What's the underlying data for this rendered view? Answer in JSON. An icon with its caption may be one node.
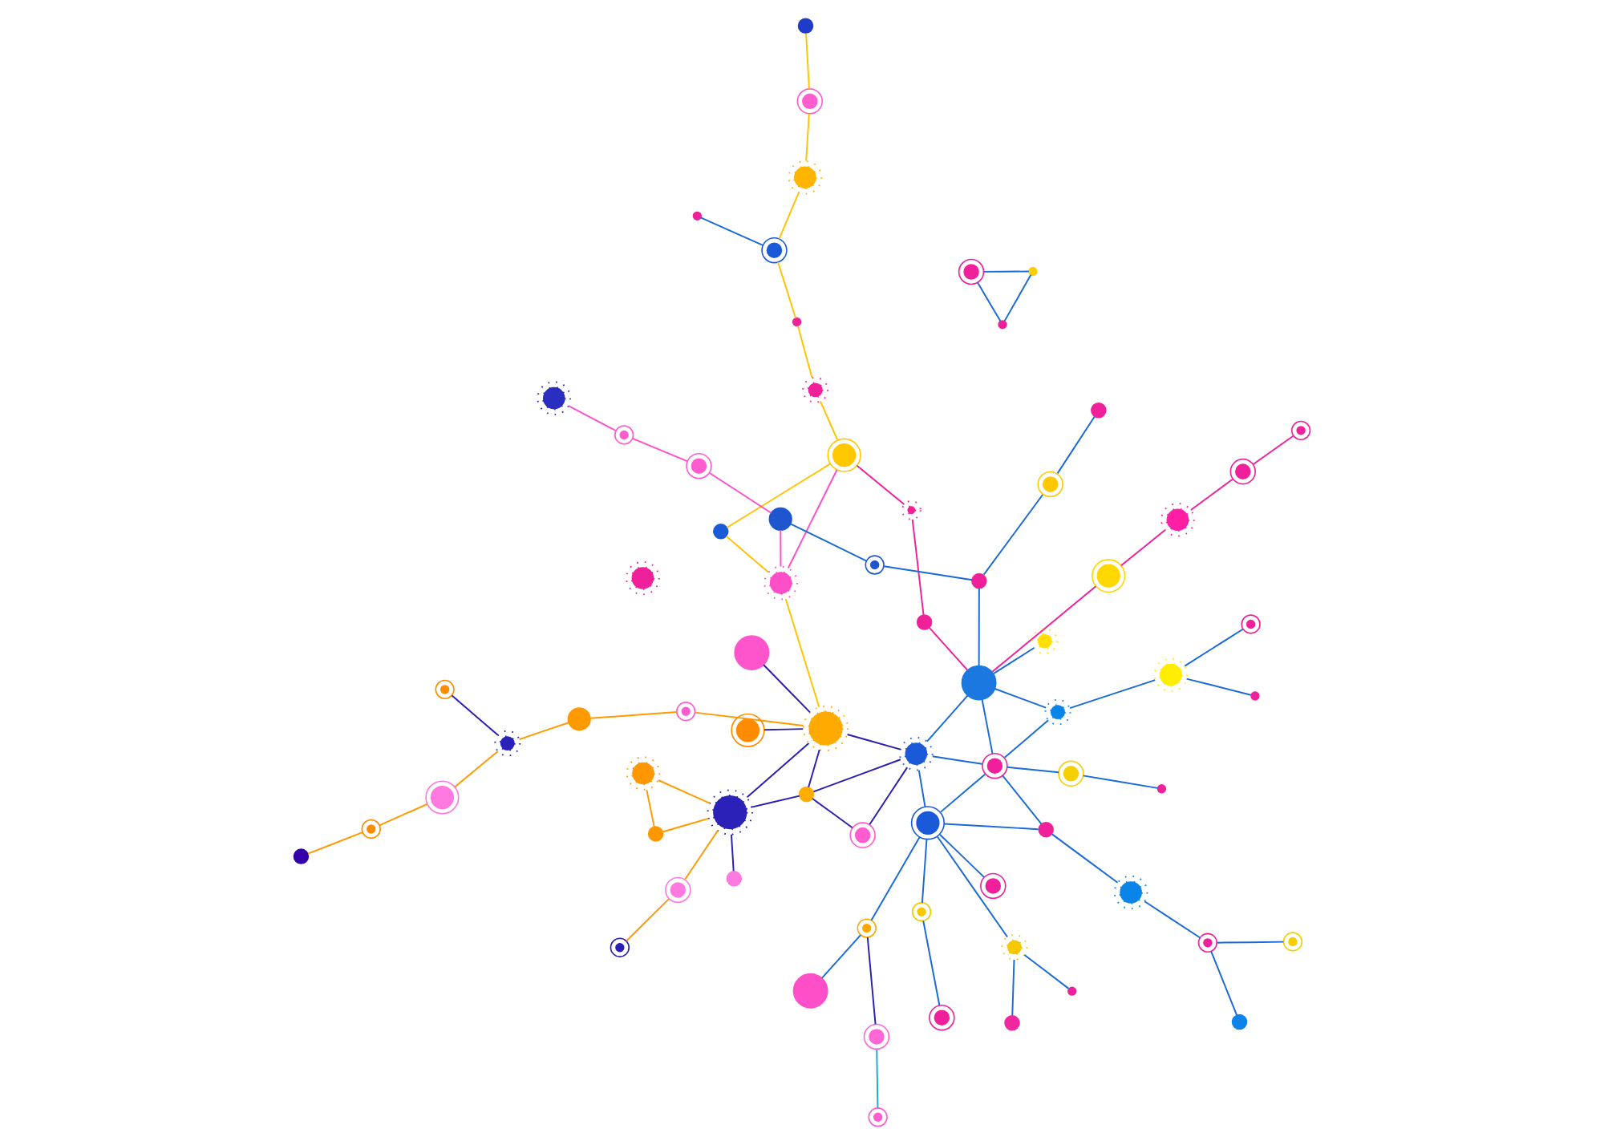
{
  "diagram": {
    "nodes": [
      {
        "text": [],
        "shape": "circle"
      },
      {
        "text": [],
        "shape": "circle"
      },
      {
        "text": [],
        "shape": "circle"
      },
      {
        "text": [],
        "shape": "circle"
      },
      {
        "text": [],
        "shape": "circle"
      },
      {
        "text": [],
        "shape": "circle"
      },
      {
        "text": [],
        "shape": "circle"
      },
      {
        "text": [],
        "shape": "circle"
      },
      {
        "text": [],
        "shape": "circle"
      },
      {
        "text": [],
        "shape": "circle"
      },
      {
        "text": [],
        "shape": "circle"
      },
      {
        "text": [],
        "shape": "circle"
      },
      {
        "text": [],
        "shape": "circle"
      },
      {
        "text": [],
        "shape": "circle"
      },
      {
        "text": [],
        "shape": "circle"
      },
      {
        "text": [],
        "shape": "circle"
      },
      {
        "text": [],
        "shape": "circle"
      },
      {
        "text": [],
        "shape": "circle"
      },
      {
        "text": [],
        "shape": "circle"
      },
      {
        "text": [],
        "shape": "circle"
      },
      {
        "text": [],
        "shape": "circle"
      },
      {
        "text": [],
        "shape": "circle"
      },
      {
        "text": [],
        "shape": "circle"
      },
      {
        "text": [],
        "shape": "circle"
      },
      {
        "text": [],
        "shape": "circle"
      },
      {
        "text": [],
        "shape": "circle"
      },
      {
        "text": [],
        "shape": "circle"
      },
      {
        "text": [],
        "shape": "circle"
      },
      {
        "text": [],
        "shape": "circle"
      },
      {
        "text": [],
        "shape": "circle"
      },
      {
        "text": [],
        "shape": "circle"
      },
      {
        "text": [],
        "shape": "circle"
      },
      {
        "text": [],
        "shape": "circle"
      },
      {
        "text": [],
        "shape": "circle"
      },
      {
        "text": [],
        "shape": "circle"
      },
      {
        "text": [],
        "shape": "circle"
      },
      {
        "text": [],
        "shape": "circle"
      },
      {
        "text": [],
        "shape": "circle"
      },
      {
        "text": [],
        "shape": "circle"
      },
      {
        "text": [],
        "shape": "circle"
      },
      {
        "text": [],
        "shape": "circle"
      },
      {
        "text": [],
        "shape": "circle"
      },
      {
        "text": [],
        "shape": "circle"
      },
      {
        "text": [],
        "shape": "circle"
      },
      {
        "text": [],
        "shape": "circle"
      },
      {
        "text": [],
        "shape": "circle"
      },
      {
        "text": [],
        "shape": "circle"
      },
      {
        "text": [],
        "shape": "circle"
      },
      {
        "text": [],
        "shape": "circle"
      },
      {
        "text": [],
        "shape": "circle"
      },
      {
        "text": [],
        "shape": "circle"
      },
      {
        "text": [],
        "shape": "circle"
      },
      {
        "text": [],
        "shape": "circle"
      },
      {
        "text": [],
        "shape": "circle"
      },
      {
        "text": [],
        "shape": "circle"
      },
      {
        "text": [],
        "shape": "circle"
      },
      {
        "text": [],
        "shape": "circle"
      },
      {
        "text": [],
        "shape": "circle"
      },
      {
        "text": [],
        "shape": "circle"
      },
      {
        "text": [],
        "shape": "circle"
      },
      {
        "text": [],
        "shape": "circle"
      },
      {
        "text": [],
        "shape": "circle"
      },
      {
        "text": [],
        "shape": "circle"
      },
      {
        "text": [],
        "shape": "circle"
      },
      {
        "text": [],
        "shape": "circle"
      },
      {
        "text": [],
        "shape": "circle"
      },
      {
        "text": [],
        "shape": "circle"
      },
      {
        "text": [],
        "shape": "circle"
      },
      {
        "text": [],
        "shape": "circle"
      },
      {
        "text": [],
        "shape": "circle"
      },
      {
        "text": [],
        "shape": "circle"
      },
      {
        "text": [],
        "shape": "circle"
      }
    ],
    "edges": [
      {
        "from": 2,
        "to": 12,
        "arrow": "none",
        "color": "#ff9a00"
      },
      {
        "from": 12,
        "to": 24,
        "arrow": "none",
        "color": "#ff9a00"
      },
      {
        "from": 10,
        "to": 24,
        "arrow": "none",
        "color": "#2a1fb0"
      },
      {
        "from": 11,
        "to": 24,
        "arrow": "none",
        "color": "#ff9a00"
      },
      {
        "from": 11,
        "to": 15,
        "arrow": "none",
        "color": "#ff9a00"
      },
      {
        "from": 15,
        "to": 24,
        "arrow": "none",
        "color": "#ff9a00"
      },
      {
        "from": 24,
        "to": 23,
        "arrow": "none",
        "color": "#2a1fb0"
      },
      {
        "from": 24,
        "to": 46,
        "arrow": "none",
        "color": "#2a1fb0"
      },
      {
        "from": 21,
        "to": 20,
        "arrow": "none",
        "color": "#ff9a00"
      },
      {
        "from": 20,
        "to": 29,
        "arrow": "none",
        "color": "#ff9a00"
      },
      {
        "from": 29,
        "to": 35,
        "arrow": "none",
        "color": "#ff9a00"
      },
      {
        "from": 35,
        "to": 43,
        "arrow": "none",
        "color": "#ff9a00"
      },
      {
        "from": 37,
        "to": 35,
        "arrow": "none",
        "color": "#2a1fb0"
      },
      {
        "from": 0,
        "to": 4,
        "arrow": "none",
        "color": "#1aa8e0"
      },
      {
        "from": 4,
        "to": 13,
        "arrow": "none",
        "color": "#2a1fb0"
      },
      {
        "from": 13,
        "to": 19,
        "arrow": "none"
      },
      {
        "from": 3,
        "to": 13,
        "arrow": "none"
      },
      {
        "from": 5,
        "to": 17,
        "arrow": "none",
        "color": "#ffc400"
      },
      {
        "from": 17,
        "to": 26,
        "arrow": "none",
        "color": "#ffc400"
      },
      {
        "from": 26,
        "to": 31,
        "arrow": "none",
        "color": "#ffc400"
      },
      {
        "from": 31,
        "to": 34,
        "arrow": "none"
      },
      {
        "from": 31,
        "to": 41,
        "arrow": "none",
        "color": "#ffc400"
      },
      {
        "from": 41,
        "to": 44,
        "arrow": "none",
        "color": "#ffc400"
      },
      {
        "from": 44,
        "to": 55,
        "arrow": "none",
        "color": "#ffc400"
      },
      {
        "from": 23,
        "to": 32,
        "arrow": "none",
        "color": "#2a1fb0"
      },
      {
        "from": 23,
        "to": 46,
        "arrow": "none",
        "color": "#2a1fb0"
      },
      {
        "from": 23,
        "to": 38,
        "arrow": "none",
        "color": "#2a1fb0"
      },
      {
        "from": 32,
        "to": 38,
        "arrow": "none",
        "color": "#2a1fb0"
      },
      {
        "from": 30,
        "to": 46,
        "arrow": "none",
        "color": "#2a1fb0"
      },
      {
        "from": 38,
        "to": 46,
        "arrow": "none",
        "color": "#2a1fb0"
      },
      {
        "from": 38,
        "to": 19,
        "arrow": "none"
      },
      {
        "from": 38,
        "to": 36,
        "arrow": "none"
      },
      {
        "from": 38,
        "to": 53,
        "arrow": "none"
      },
      {
        "from": 19,
        "to": 9,
        "arrow": "none"
      },
      {
        "from": 19,
        "to": 8,
        "arrow": "none"
      },
      {
        "from": 19,
        "to": 16,
        "arrow": "none"
      },
      {
        "from": 16,
        "to": 18,
        "arrow": "none"
      },
      {
        "from": 19,
        "to": 27,
        "arrow": "none"
      },
      {
        "from": 19,
        "to": 36,
        "arrow": "none"
      },
      {
        "from": 6,
        "to": 8,
        "arrow": "none"
      },
      {
        "from": 8,
        "to": 1,
        "arrow": "none"
      },
      {
        "from": 7,
        "to": 14,
        "arrow": "none"
      },
      {
        "from": 14,
        "to": 25,
        "arrow": "none"
      },
      {
        "from": 14,
        "to": 22,
        "arrow": "none"
      },
      {
        "from": 25,
        "to": 27,
        "arrow": "none"
      },
      {
        "from": 27,
        "to": 36,
        "arrow": "none"
      },
      {
        "from": 36,
        "to": 39,
        "arrow": "none"
      },
      {
        "from": 39,
        "to": 45,
        "arrow": "none"
      },
      {
        "from": 36,
        "to": 53,
        "arrow": "none"
      },
      {
        "from": 36,
        "to": 52,
        "arrow": "none"
      },
      {
        "from": 33,
        "to": 52,
        "arrow": "none"
      },
      {
        "from": 33,
        "to": 50,
        "arrow": "none"
      },
      {
        "from": 33,
        "to": 42,
        "arrow": "none"
      },
      {
        "from": 53,
        "to": 52,
        "arrow": "none"
      },
      {
        "from": 53,
        "to": 48,
        "arrow": "none",
        "color": "#f0209a"
      },
      {
        "from": 48,
        "to": 57,
        "arrow": "none",
        "color": "#f0209a"
      },
      {
        "from": 57,
        "to": 58,
        "arrow": "none",
        "color": "#f0209a"
      },
      {
        "from": 58,
        "to": 68,
        "arrow": "none",
        "color": "#f0209a"
      },
      {
        "from": 53,
        "to": 67,
        "arrow": "none"
      },
      {
        "from": 53,
        "to": 59,
        "arrow": "none",
        "color": "#f0209a"
      },
      {
        "from": 59,
        "to": 61,
        "arrow": "none",
        "color": "#f0209a"
      },
      {
        "from": 61,
        "to": 55,
        "arrow": "none",
        "color": "#f0209a"
      },
      {
        "from": 55,
        "to": 51,
        "arrow": "none",
        "color": "#ff4fc8"
      },
      {
        "from": 55,
        "to": 47,
        "arrow": "none",
        "color": "#ffc400"
      },
      {
        "from": 47,
        "to": 51,
        "arrow": "none",
        "color": "#ffc400"
      },
      {
        "from": 51,
        "to": 46,
        "arrow": "none",
        "color": "#ffc400"
      },
      {
        "from": 51,
        "to": 56,
        "arrow": "none",
        "color": "#ff4fc8"
      },
      {
        "from": 56,
        "to": 60,
        "arrow": "none",
        "color": "#ff4fc8"
      },
      {
        "from": 60,
        "to": 54,
        "arrow": "none",
        "color": "#ff4fc8"
      },
      {
        "from": 54,
        "to": 62,
        "arrow": "none",
        "color": "#ff4fc8"
      },
      {
        "from": 56,
        "to": 64,
        "arrow": "none"
      },
      {
        "from": 64,
        "to": 63,
        "arrow": "none"
      },
      {
        "from": 63,
        "to": 53,
        "arrow": "none"
      },
      {
        "from": 63,
        "to": 66,
        "arrow": "none"
      },
      {
        "from": 66,
        "to": 70,
        "arrow": "none"
      },
      {
        "from": 69,
        "to": 65,
        "arrow": "none"
      },
      {
        "from": 69,
        "to": 71,
        "arrow": "none"
      },
      {
        "from": 65,
        "to": 71,
        "arrow": "none"
      },
      {
        "from": 43,
        "to": 40,
        "arrow": "none",
        "color": "#ff9a00"
      },
      {
        "from": 40,
        "to": 46,
        "arrow": "none",
        "color": "#ff9a00"
      },
      {
        "from": 49,
        "to": 46,
        "arrow": "none",
        "color": "#2a1fb0"
      }
    ]
  }
}
